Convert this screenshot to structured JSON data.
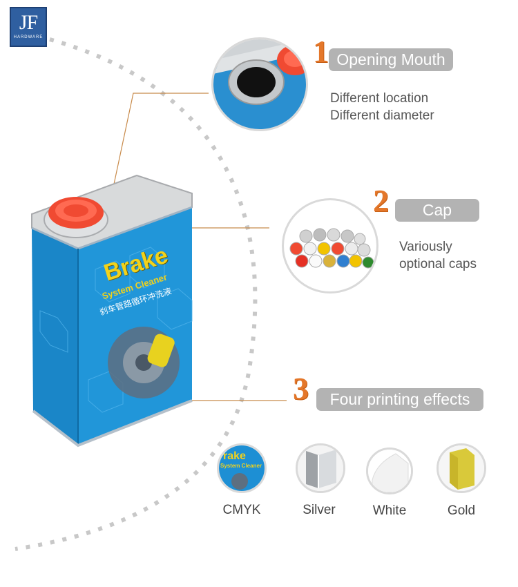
{
  "logo": {
    "mark": "JF",
    "sub": "HARDWARE"
  },
  "product": {
    "title": "Brake",
    "subtitle": "System Cleaner",
    "chinese": "刹车管路循环冲洗液"
  },
  "features": [
    {
      "number": "1",
      "label": "Opening Mouth",
      "desc": [
        "Different location",
        "Different diameter"
      ]
    },
    {
      "number": "2",
      "label": "Cap",
      "desc": [
        "Variously",
        "optional caps"
      ]
    },
    {
      "number": "3",
      "label": "Four printing effects",
      "desc": []
    }
  ],
  "effects": [
    {
      "label": "CMYK"
    },
    {
      "label": "Silver"
    },
    {
      "label": "White"
    },
    {
      "label": "Gold"
    }
  ],
  "colors": {
    "accent": "#e4772a",
    "pill": "#b3b3b3",
    "can_blue": "#1d8fd4",
    "cap_red": "#f04a32",
    "gold": "#d9c93a"
  }
}
